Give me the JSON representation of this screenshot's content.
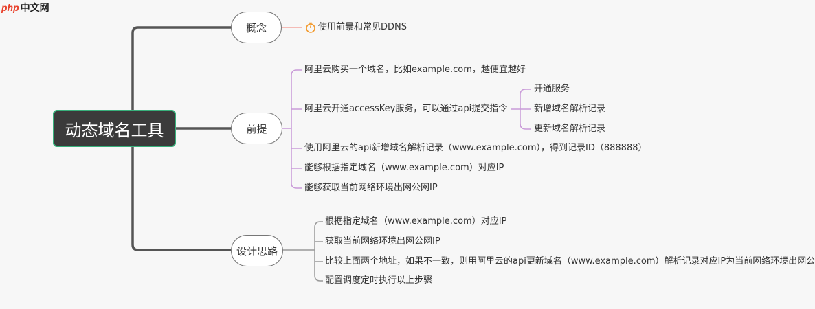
{
  "logo": {
    "php": "php",
    "cn": "中文网"
  },
  "root": {
    "label": "动态域名工具"
  },
  "branches": {
    "concept": {
      "label": "概念",
      "leaves": [
        "使用前景和常见DDNS"
      ]
    },
    "premise": {
      "label": "前提",
      "leaves": [
        "阿里云购买一个域名，比如example.com，越便宜越好",
        "阿里云开通accessKey服务，可以通过api提交指令",
        "使用阿里云的api新增域名解析记录（www.example.com），得到记录ID（888888）",
        "能够根据指定域名（www.example.com）对应IP",
        "能够获取当前网络环境出网公网IP"
      ],
      "sub_leaves": [
        "开通服务",
        "新增域名解析记录",
        "更新域名解析记录"
      ]
    },
    "design": {
      "label": "设计思路",
      "leaves": [
        "根据指定域名（www.example.com）对应IP",
        "获取当前网络环境出网公网IP",
        "比较上面两个地址，如果不一致，则用阿里云的api更新域名（www.example.com）解析记录对应IP为当前网络环境出网公网IP",
        "配置调度定时执行以上步骤"
      ]
    }
  },
  "colors": {
    "root_bg": "#3b3b3b",
    "root_border": "#38b07b",
    "trunk": "#555555",
    "concept_line": "#f4a7a0",
    "premise_line": "#c99ad8",
    "design_line": "#999999",
    "stopwatch": "#f29a2e"
  }
}
